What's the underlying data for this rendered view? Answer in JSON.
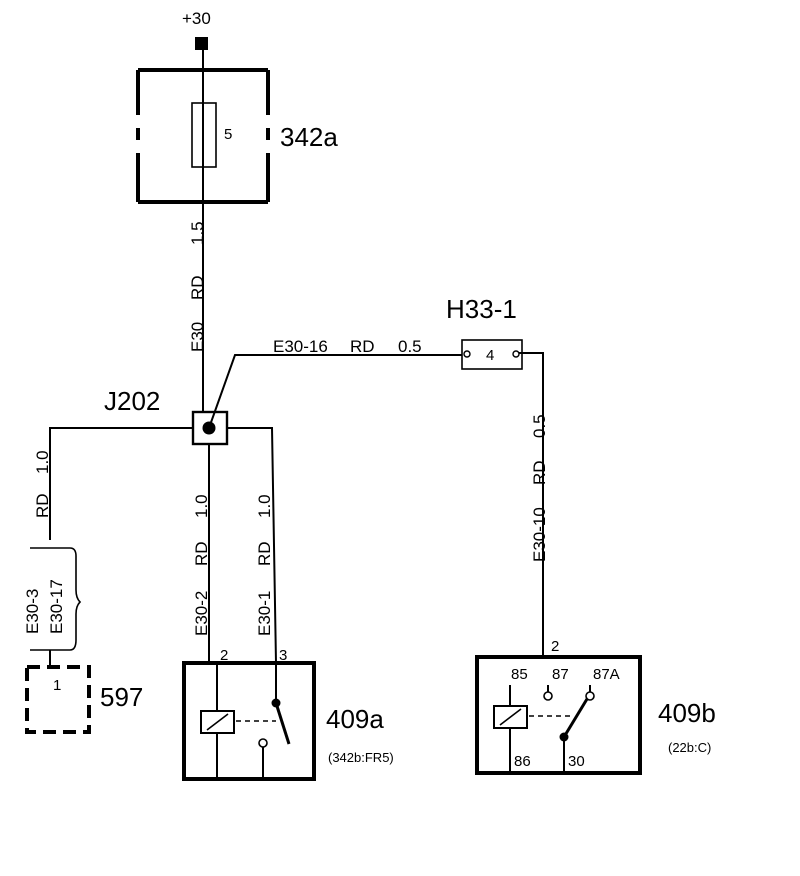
{
  "supply": {
    "label": "+30"
  },
  "fuse": {
    "ref": "342a",
    "number": "5"
  },
  "wire_main": {
    "id": "E30",
    "color": "RD",
    "size": "1.5"
  },
  "junction": {
    "ref": "J202"
  },
  "wire_h33": {
    "id": "E30-16",
    "color": "RD",
    "size": "0.5"
  },
  "connector_h33": {
    "ref": "H33-1",
    "pin": "4"
  },
  "wire_left": {
    "color": "RD",
    "size": "1.0"
  },
  "wire_left_ids": [
    "E30-3",
    "E30-17"
  ],
  "component_597": {
    "ref": "597",
    "pin": "1"
  },
  "wire_e30_2": {
    "id": "E30-2",
    "color": "RD",
    "size": "1.0"
  },
  "wire_e30_1": {
    "id": "E30-1",
    "color": "RD",
    "size": "1.0"
  },
  "relay_a": {
    "ref": "409a",
    "sub": "(342b:FR5)",
    "pin_left": "2",
    "pin_right": "3"
  },
  "wire_e30_10": {
    "id": "E30-10",
    "color": "RD",
    "size": "0.5"
  },
  "relay_b": {
    "ref": "409b",
    "sub": "(22b:C)",
    "pin_top": "2",
    "pin_85": "85",
    "pin_87": "87",
    "pin_87a": "87A",
    "pin_86": "86",
    "pin_30": "30"
  }
}
